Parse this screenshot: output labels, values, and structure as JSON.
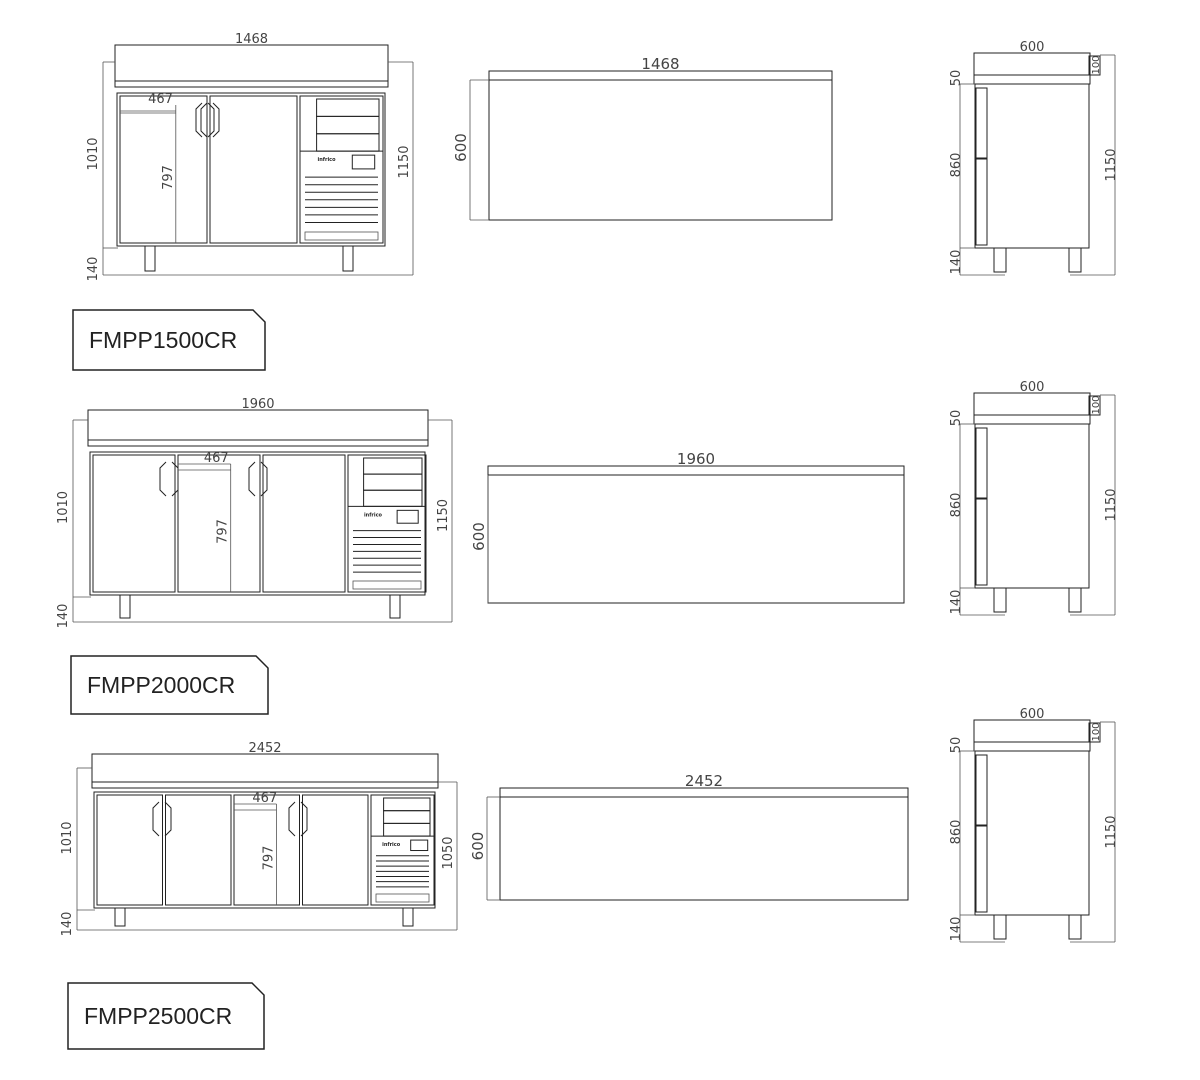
{
  "models": [
    {
      "label": "FMPP1500CR",
      "front": {
        "width": "1468",
        "height": "1010",
        "door_width": "467",
        "door_height": "797",
        "total_height": "1150",
        "leg_height": "140",
        "brand": "infrico"
      },
      "top": {
        "width": "1468",
        "depth": "600"
      },
      "side": {
        "depth": "600",
        "counter": "50",
        "body": "860",
        "leg": "140",
        "total": "1150",
        "upstand": "100"
      }
    },
    {
      "label": "FMPP2000CR",
      "front": {
        "width": "1960",
        "height": "1010",
        "door_width": "467",
        "door_height": "797",
        "total_height": "1150",
        "leg_height": "140",
        "brand": "infrico"
      },
      "top": {
        "width": "1960",
        "depth": "600"
      },
      "side": {
        "depth": "600",
        "counter": "50",
        "body": "860",
        "leg": "140",
        "total": "1150",
        "upstand": "100"
      }
    },
    {
      "label": "FMPP2500CR",
      "front": {
        "width": "2452",
        "height": "1010",
        "door_width": "467",
        "door_height": "797",
        "total_height": "1050",
        "leg_height": "140",
        "brand": "infrico"
      },
      "top": {
        "width": "2452",
        "depth": "600"
      },
      "side": {
        "depth": "600",
        "counter": "50",
        "body": "860",
        "leg": "140",
        "total": "1150",
        "upstand": "100"
      }
    }
  ]
}
